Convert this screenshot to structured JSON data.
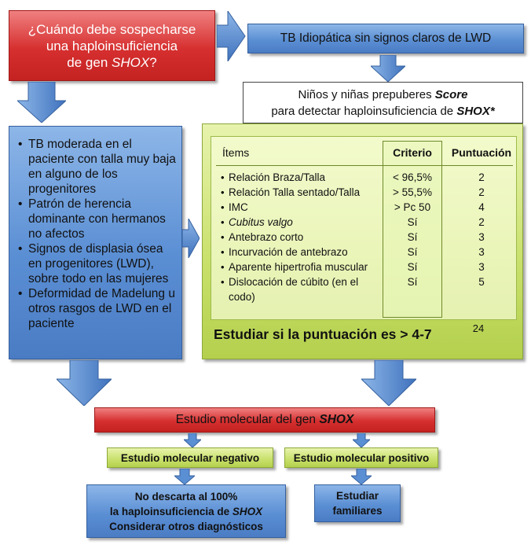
{
  "question_box": {
    "line1": "¿Cuándo debe sospecharse",
    "line2": "una haploinsuficiencia",
    "line3_prefix": "de gen ",
    "line3_gene": "SHOX",
    "line3_suffix": "?"
  },
  "idiopathic_box": {
    "text": "TB Idiopática sin signos claros de LWD"
  },
  "criteria_box": {
    "items": [
      "TB moderada en el paciente con talla muy baja en alguno de los progenitores",
      "Patrón de herencia dominante con hermanos no afectos",
      "Signos de displasia ósea en progenitores (LWD), sobre todo en las mujeres",
      "Deformidad de Madelung u otros rasgos de LWD en el paciente"
    ]
  },
  "score_title": {
    "line1_prefix": "Niños y niñas prepuberes ",
    "line1_italic": "Score",
    "line2_prefix": "para detectar haploinsuficiencia de ",
    "line2_italic": "SHOX*"
  },
  "score_table": {
    "headers": {
      "items": "Ítems",
      "criterion": "Criterio",
      "points": "Puntuación"
    },
    "rows": [
      {
        "item": "Relación Braza/Talla",
        "criterion": "< 96,5%",
        "points": "2"
      },
      {
        "item": "Relación Talla sentado/Talla",
        "criterion": "> 55,5%",
        "points": "2"
      },
      {
        "item": "IMC",
        "criterion": "> Pc 50",
        "points": "4"
      },
      {
        "item": "Cubitus valgo",
        "criterion": "Sí",
        "points": "2"
      },
      {
        "item": "Antebrazo corto",
        "criterion": "Sí",
        "points": "3"
      },
      {
        "item": "Incurvación de antebrazo",
        "criterion": "Sí",
        "points": "3"
      },
      {
        "item": "Aparente hipertrofia muscular",
        "criterion": "Sí",
        "points": "3"
      },
      {
        "item": "Dislocación de cúbito (en el codo)",
        "criterion": "Sí",
        "points": "5"
      }
    ],
    "footer_text": "Estudiar si la puntuación es > 4-7",
    "total": "24"
  },
  "molecular_box": {
    "prefix": "Estudio molecular del gen ",
    "gene": "SHOX"
  },
  "negative_box": {
    "text": "Estudio molecular negativo"
  },
  "positive_box": {
    "text": "Estudio molecular positivo"
  },
  "negative_result": {
    "line1": "No descarta al 100%",
    "line2_prefix": "la haploinsuficiencia de ",
    "line2_gene": "SHOX",
    "line3": "Considerar otros diagnósticos"
  },
  "positive_result": {
    "line1": "Estudiar",
    "line2": "familiares"
  }
}
